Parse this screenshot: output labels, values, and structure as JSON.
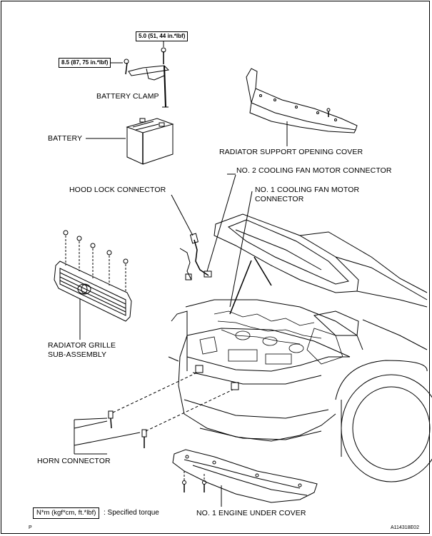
{
  "torque_specs": {
    "upper": "5.0 (51, 44 in.*lbf)",
    "left": "8.5 (87, 75 in.*lbf)"
  },
  "labels": {
    "battery_clamp": "BATTERY CLAMP",
    "battery": "BATTERY",
    "radiator_support_opening_cover": "RADIATOR SUPPORT OPENING COVER",
    "no2_cooling_fan_motor_connector": "NO. 2 COOLING FAN MOTOR CONNECTOR",
    "hood_lock_connector": "HOOD LOCK CONNECTOR",
    "no1_cooling_fan_motor_connector_line1": "NO. 1 COOLING FAN MOTOR",
    "no1_cooling_fan_motor_connector_line2": "CONNECTOR",
    "radiator_grille_line1": "RADIATOR GRILLE",
    "radiator_grille_line2": "SUB-ASSEMBLY",
    "horn_connector": "HORN CONNECTOR",
    "no1_engine_under_cover": "NO. 1 ENGINE UNDER COVER"
  },
  "legend": {
    "unit": "N*m (kgf*cm, ft.*lbf)",
    "description": ": Specified torque"
  },
  "footer": {
    "page_marker": "P",
    "figure_code": "A114318E02"
  }
}
